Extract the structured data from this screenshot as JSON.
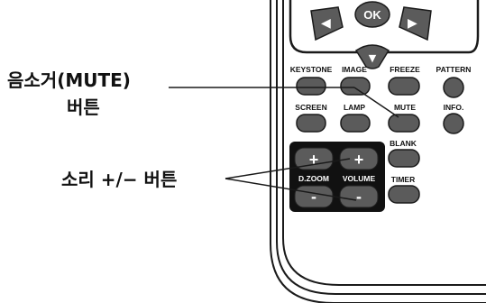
{
  "callouts": {
    "mute_line1": "음소거(MUTE)",
    "mute_line2": "버튼",
    "volume": "소리 +/− 버튼"
  },
  "remote": {
    "nav": {
      "ok": "OK",
      "left_arrow": "◀",
      "right_arrow": "▶",
      "down_arrow": "▼"
    },
    "row1": [
      "KEYSTONE",
      "IMAGE",
      "FREEZE",
      "PATTERN"
    ],
    "row2": [
      "SCREEN",
      "LAMP",
      "MUTE",
      "INFO."
    ],
    "blank": "BLANK",
    "timer": "TIMER",
    "dzoom": {
      "label": "D.ZOOM",
      "plus": "+",
      "minus": "-"
    },
    "volume": {
      "label": "VOLUME",
      "plus": "+",
      "minus": "-"
    }
  },
  "colors": {
    "button_gray": "#5b5b5b",
    "body_fill": "#ffffff",
    "outline": "#1a1a1a",
    "dark_panel": "#111111"
  }
}
